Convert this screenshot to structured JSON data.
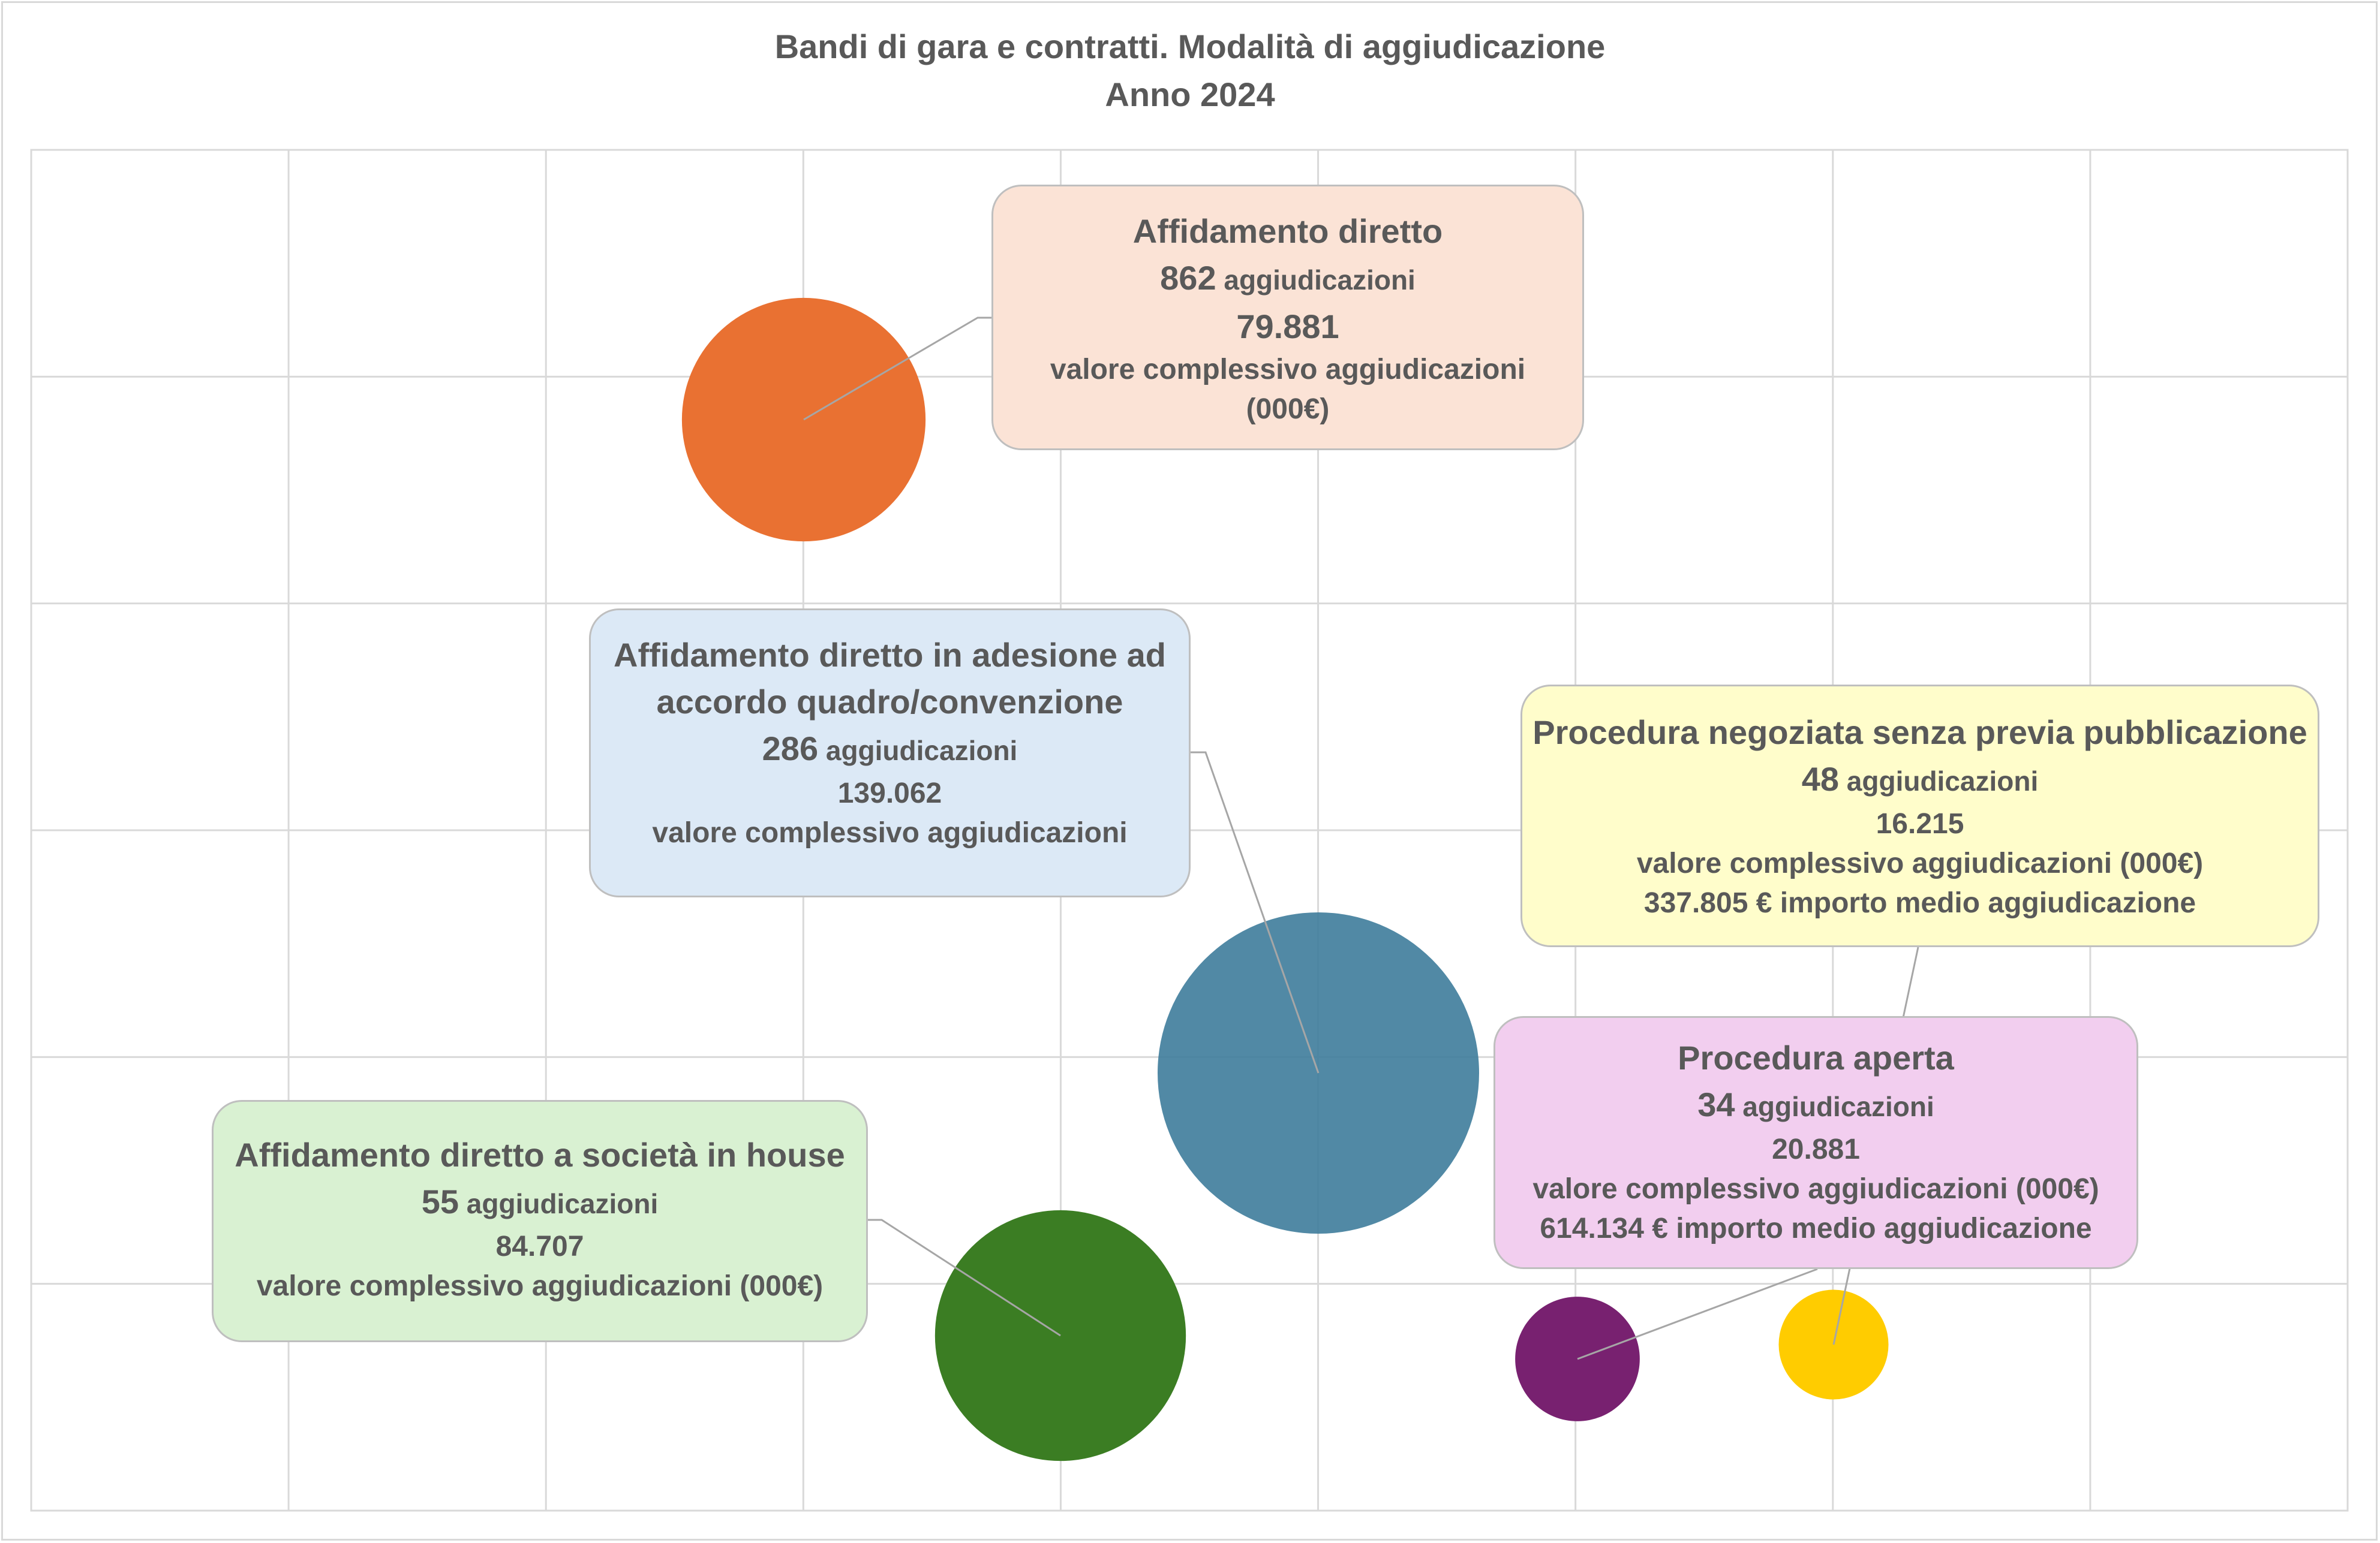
{
  "chart_data": {
    "type": "scatter",
    "title": "Bandi di gara e contratti. Modalità di aggiudicazione",
    "subtitle": "Anno 2024",
    "grid": true,
    "series": [
      {
        "key": "diretto",
        "name": "Affidamento diretto",
        "count": 862,
        "count_text": "862",
        "count_unit": "aggiudicazioni",
        "value": 79881,
        "value_text": "79.881",
        "value_label": "valore complessivo aggiudicazioni",
        "value_unit": "(000€)",
        "color": "#E97132"
      },
      {
        "key": "adesione",
        "name_lines": [
          "Affidamento diretto in adesione ad",
          "accordo quadro/convenzione"
        ],
        "count": 286,
        "count_text": "286",
        "count_unit": "aggiudicazioni",
        "value": 139062,
        "value_text": "139.062",
        "value_label": "valore complessivo aggiudicazioni",
        "color": "#3E7C9B"
      },
      {
        "key": "inhouse",
        "name": "Affidamento diretto a società in house",
        "count": 55,
        "count_text": "55",
        "count_unit": "aggiudicazioni",
        "value": 84707,
        "value_text": "84.707",
        "value_label": "valore complessivo aggiudicazioni (000€)",
        "color": "#3B7D23"
      },
      {
        "key": "negoziata",
        "name": "Procedura negoziata senza previa pubblicazione",
        "count": 48,
        "count_text": "48",
        "count_unit": "aggiudicazioni",
        "value": 16215,
        "value_text": "16.215",
        "value_label": "valore complessivo aggiudicazioni (000€)",
        "avg_text": "337.805 € importo medio aggiudicazione",
        "color": "#FFCC00"
      },
      {
        "key": "aperta",
        "name": "Procedura aperta",
        "count": 34,
        "count_text": "34",
        "count_unit": "aggiudicazioni",
        "value": 20881,
        "value_text": "20.881",
        "value_label": "valore complessivo aggiudicazioni (000€)",
        "avg_text": "614.134 € importo medio aggiudicazione",
        "color": "#782170"
      }
    ]
  }
}
